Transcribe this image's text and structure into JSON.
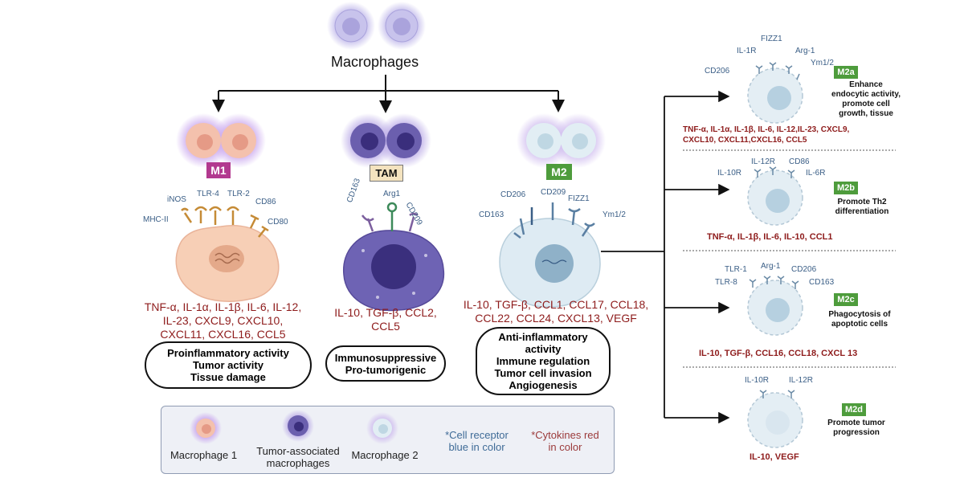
{
  "title": "Macrophages",
  "colors": {
    "m1_fill": "#f5c4ae",
    "m1_glow": "#c9a6ee",
    "tam_fill": "#675ba8",
    "m2_fill": "#dbe8f1",
    "m1_badge": "#b2398f",
    "tam_badge": "#f4e3bf",
    "m2_badge": "#4e9c3c",
    "receptor_text": "#3a5e86",
    "cytokine_text": "#8e1b1b"
  },
  "m1": {
    "badge": "M1",
    "receptors": [
      "iNOS",
      "TLR-4",
      "TLR-2",
      "CD86",
      "MHC-II",
      "CD80"
    ],
    "cytokines": [
      "TNF-α, IL-1α, IL-1β, IL-6, IL-12,",
      "IL-23, CXCL9, CXCL10,",
      "CXCL11, CXCL16, CCL5"
    ],
    "outcome": [
      "Proinflammatory activity",
      "Tumor activity",
      "Tissue damage"
    ]
  },
  "tam": {
    "badge": "TAM",
    "receptors": [
      "CD163",
      "Arg1",
      "CD209"
    ],
    "cytokines": [
      "IL-10, TGF-β, CCL2,",
      "CCL5"
    ],
    "outcome": [
      "Immunosuppressive",
      "Pro-tumorigenic"
    ]
  },
  "m2": {
    "badge": "M2",
    "receptors": [
      "CD206",
      "CD209",
      "FIZZ1",
      "CD163",
      "Ym1/2"
    ],
    "cytokines": [
      "IL-10, TGF-β, CCL1, CCL17, CCL18,",
      "CCL22, CCL24, CXCL13, VEGF"
    ],
    "outcome": [
      "Anti-inflammatory",
      "activity",
      "Immune regulation",
      "Tumor cell invasion",
      "Angiogenesis"
    ]
  },
  "subtypes": [
    {
      "badge": "M2a",
      "receptors": [
        "FIZZ1",
        "IL-1R",
        "Arg-1",
        "Ym1/2",
        "CD206"
      ],
      "description": [
        "Enhance",
        "endocytic activity,",
        "promote cell",
        "growth, tissue"
      ],
      "cytokines": [
        "TNF-α, IL-1α, IL-1β, IL-6, IL-12,IL-23, CXCL9,",
        "CXCL10, CXCL11,CXCL16, CCL5"
      ]
    },
    {
      "badge": "M2b",
      "receptors": [
        "IL-12R",
        "CD86",
        "IL-10R",
        "IL-6R"
      ],
      "description": [
        "Promote Th2",
        "differentiation"
      ],
      "cytokines": [
        "TNF-α, IL-1β, IL-6, IL-10, CCL1"
      ]
    },
    {
      "badge": "M2c",
      "receptors": [
        "TLR-1",
        "Arg-1",
        "CD206",
        "TLR-8",
        "CD163"
      ],
      "description": [
        "Phagocytosis of",
        "apoptotic cells"
      ],
      "cytokines": [
        "IL-10, TGF-β, CCL16, CCL18, CXCL 13"
      ]
    },
    {
      "badge": "M2d",
      "receptors": [
        "IL-10R",
        "IL-12R"
      ],
      "description": [
        "Promote tumor",
        "progression"
      ],
      "cytokines": [
        "IL-10, VEGF"
      ]
    }
  ],
  "legend": {
    "items": [
      {
        "label": [
          "Macrophage 1"
        ]
      },
      {
        "label": [
          "Tumor-associated",
          "macrophages"
        ]
      },
      {
        "label": [
          "Macrophage 2"
        ]
      }
    ],
    "receptor_note": [
      "*Cell receptor",
      "blue in color"
    ],
    "cytokine_note": [
      "*Cytokines red",
      "in color"
    ]
  }
}
